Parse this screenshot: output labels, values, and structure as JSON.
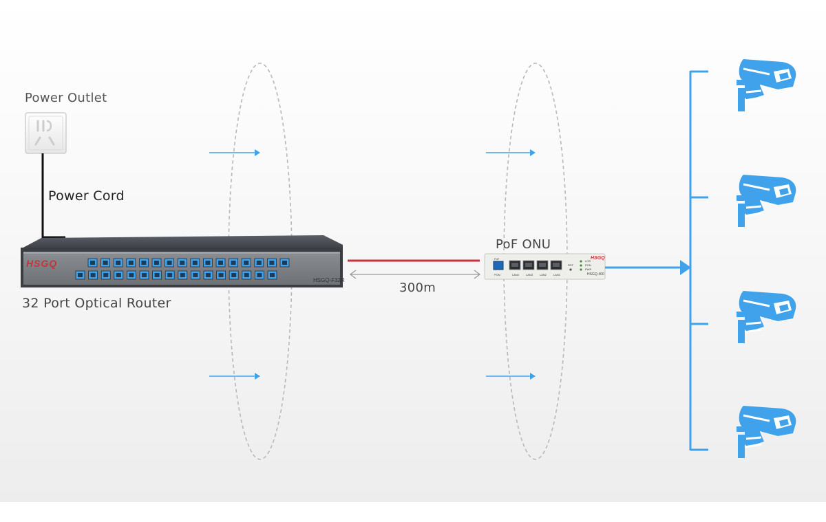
{
  "labels": {
    "power_outlet": "Power Outlet",
    "power_cord": "Power Cord",
    "router": "32 Port Optical Router",
    "onu": "PoF ONU",
    "distance": "300m"
  },
  "router": {
    "brand": "HSGQ",
    "model": "HSGQ-F32R",
    "port_count": 32
  },
  "onu": {
    "brand": "HSGQ",
    "model": "HSGQ-400",
    "pof_label": "PoF",
    "pon_label": "PON",
    "rst_label": "RST",
    "lan_ports": [
      "LAN4",
      "LAN3",
      "LAN2",
      "LAN1"
    ],
    "indicators": [
      "LOS",
      "PON",
      "PWR"
    ]
  },
  "cameras": {
    "count": 4
  },
  "colors": {
    "accent_blue": "#3fa2ea",
    "fiber_red": "#c9303a",
    "cord_black": "#111111",
    "brand_red": "#c8323a"
  },
  "icons": [
    "power-socket-icon",
    "cctv-camera-icon",
    "arrow-right-icon"
  ]
}
